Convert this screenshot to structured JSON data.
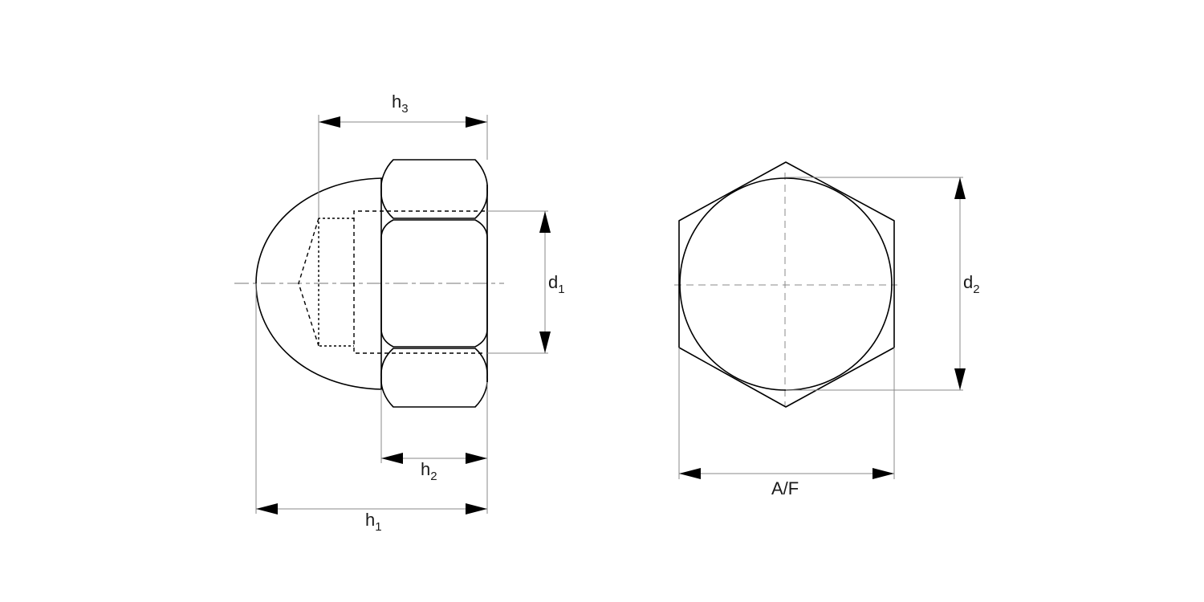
{
  "drawing": {
    "subject": "Dome cap nut (acorn nut) dimension drawing",
    "views": [
      {
        "name": "side-view"
      },
      {
        "name": "front-view"
      }
    ],
    "colors": {
      "outline": "#000000",
      "dimension_line": "#888888",
      "centerline": "#777777",
      "background": "#ffffff"
    }
  },
  "dimensions": {
    "h3": {
      "base": "h",
      "sub": "3"
    },
    "h2": {
      "base": "h",
      "sub": "2"
    },
    "h1": {
      "base": "h",
      "sub": "1"
    },
    "d1": {
      "base": "d",
      "sub": "1"
    },
    "d2": {
      "base": "d",
      "sub": "2"
    },
    "af": {
      "label": "A/F"
    }
  }
}
